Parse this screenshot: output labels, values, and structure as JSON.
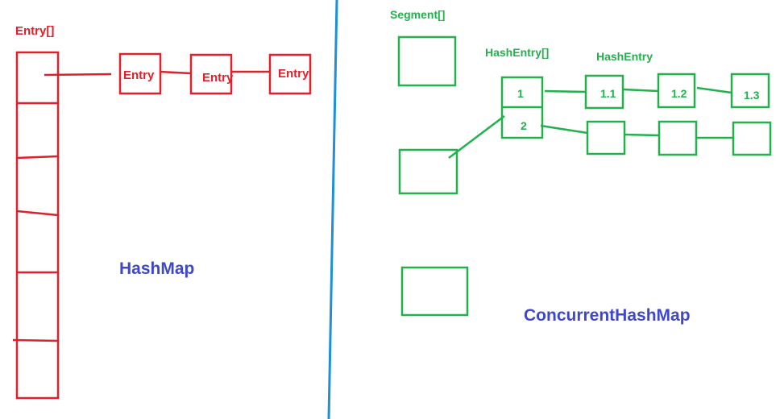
{
  "colors": {
    "hashmap": "#e0202a",
    "concurrent": "#22b14c",
    "divider": "#1f8fd6",
    "caption": "#3f48cc"
  },
  "hashmap": {
    "array_label": "Entry[]",
    "chain_labels": [
      "Entry",
      "Entry",
      "Entry"
    ],
    "caption": "HashMap"
  },
  "concurrent": {
    "segment_label": "Segment[]",
    "hashentry_array_label": "HashEntry[]",
    "hashentry_label": "HashEntry",
    "bucket_labels": [
      "1",
      "2"
    ],
    "chain_1_labels": [
      "1.1",
      "1.2",
      "1.3"
    ],
    "chain_2_labels": [
      "",
      "",
      ""
    ],
    "caption": "ConcurrentHashMap"
  }
}
